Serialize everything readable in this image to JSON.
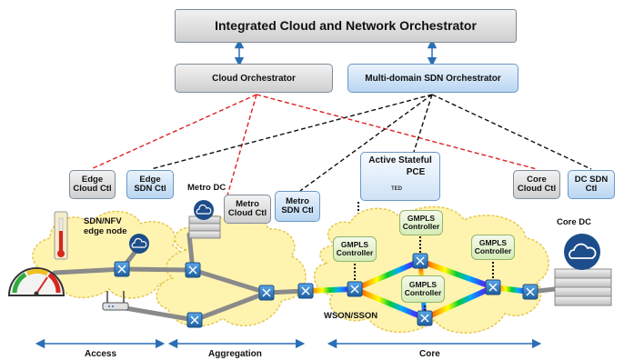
{
  "orchestrator_top": "Integrated Cloud and Network Orchestrator",
  "cloud_orchestrator": "Cloud Orchestrator",
  "sdn_orchestrator": "Multi-domain SDN Orchestrator",
  "controllers": {
    "edge_cloud": [
      "Edge",
      "Cloud Ctl"
    ],
    "edge_sdn": [
      "Edge",
      "SDN Ctl"
    ],
    "metro_cloud": [
      "Metro",
      "Cloud Ctl"
    ],
    "metro_sdn": [
      "Metro",
      "SDN Ctl"
    ],
    "pce": [
      "Active Stateful",
      "PCE"
    ],
    "core_cloud": [
      "Core",
      "Cloud Ctl"
    ],
    "dc_sdn": [
      "DC SDN",
      "Ctl"
    ]
  },
  "ted_label": "TED",
  "gmpls": [
    "GMPLS",
    "Controller"
  ],
  "sites": {
    "edge_node": [
      "SDN/NFV",
      "edge node"
    ],
    "metro_dc": "Metro DC",
    "core_dc": "Core DC",
    "wson": "WSON/SSON"
  },
  "segments": {
    "access": "Access",
    "aggregation": "Aggregation",
    "core": "Core"
  },
  "colors": {
    "cloud_link": "#e02020",
    "sdn_link": "#111111",
    "cloud_fill": "#fff3b0",
    "cloud_stroke": "#e6c84a",
    "link_gray": "#8a8a8a",
    "node_blue": "#2f7fc8",
    "arrow_blue": "#2a6fb5"
  }
}
